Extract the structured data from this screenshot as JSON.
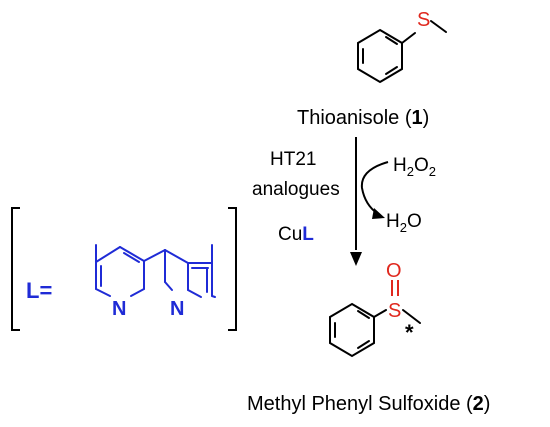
{
  "reactant": {
    "sulfur_symbol": "S",
    "name": "Thioanisole (",
    "number": "1",
    "close": ")"
  },
  "reagents": {
    "line1": "HT21",
    "line2": "analogues",
    "catalyst_prefix": "Cu",
    "catalyst_ligand": "L",
    "oxidant_main": "H",
    "oxidant_sub": "2",
    "oxidant_mid": "O",
    "oxidant_sub2": "2",
    "byproduct_main": "H",
    "byproduct_sub": "2",
    "byproduct_end": "O"
  },
  "ligand": {
    "label": "L=",
    "nitrogen_left": "N",
    "nitrogen_right": "N"
  },
  "product": {
    "oxygen_symbol": "O",
    "sulfur_symbol": "S",
    "stereo_mark": "*",
    "name": "Methyl Phenyl Sulfoxide (",
    "number": "2",
    "close": ")"
  },
  "colors": {
    "heteroatom": "#e0281e",
    "ligand": "#1f2bd6",
    "bond": "#000000"
  }
}
